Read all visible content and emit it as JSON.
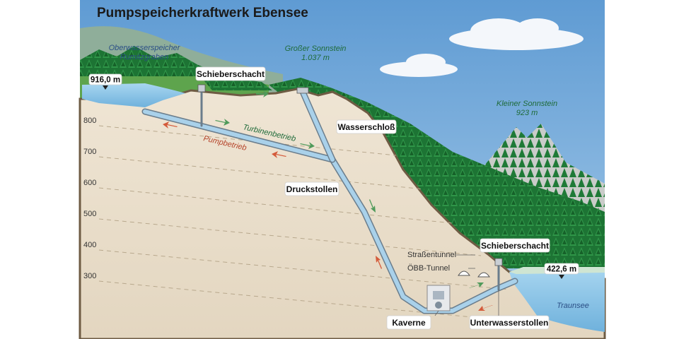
{
  "title": "Pumpspeicherkraftwerk Ebensee",
  "labels": {
    "upper_reservoir": [
      "Oberwasserspeicher",
      "Rumitzgraben"
    ],
    "grosser_sonnstein": [
      "Großer Sonnstein",
      "1.037 m"
    ],
    "kleiner_sonnstein": [
      "Kleiner Sonnstein",
      "923 m"
    ],
    "schieberschacht_top": "Schieberschacht",
    "schieberschacht_bottom": "Schieberschacht",
    "wasserschloss": "Wasserschloß",
    "turbinenbetrieb": "Turbinenbetrieb",
    "pumpbetrieb": "Pumpbetrieb",
    "druckstollen": "Druckstollen",
    "strassentunnel": "Straßentunnel",
    "oebb_tunnel": "ÖBB-Tunnel",
    "kaverne": "Kaverne",
    "unterwasserstollen": "Unterwasserstollen",
    "traunsee": "Traunsee",
    "level_upper": "916,0 m",
    "level_lower": "422,6 m"
  },
  "elevation_ticks": [
    "800",
    "700",
    "600",
    "500",
    "400",
    "300"
  ],
  "colors": {
    "sky": "#7fb2df",
    "water": "#8cc4e6",
    "rock": "#e9ddc9",
    "forest": "#1f7a37",
    "pipe": "#9fc8e4",
    "turbine_arrow": "#4f9a5a",
    "pump_arrow": "#d45a3a"
  }
}
